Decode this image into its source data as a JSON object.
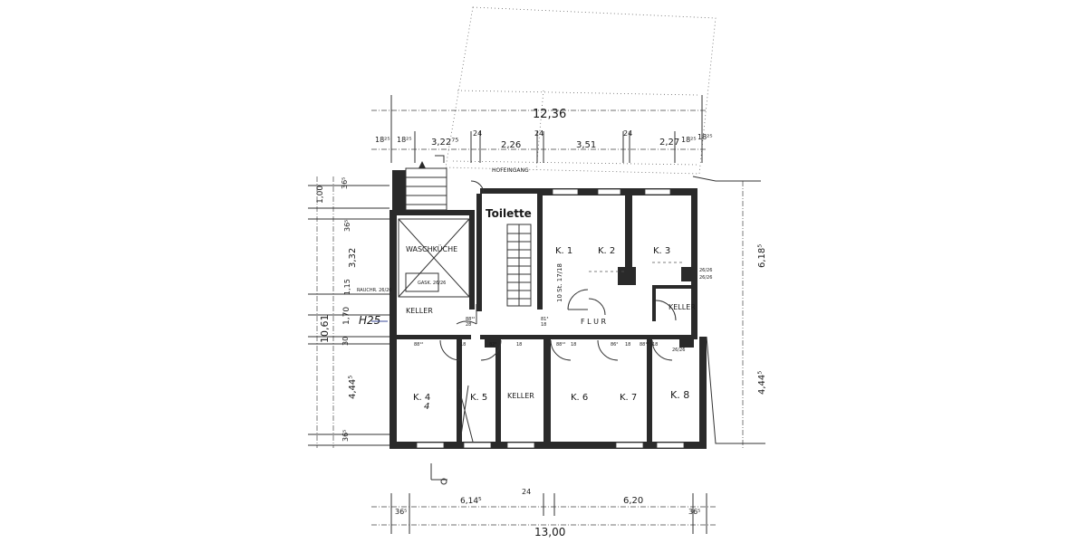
{
  "plan": {
    "top_total": "12,36",
    "top_dims": [
      "18²⁵",
      "18²⁵",
      "3,22⁷⁵",
      "24",
      "2,26",
      "24",
      "3,51",
      "24",
      "2,27",
      "18²⁵",
      "18²⁵"
    ],
    "bottom_total": "13,00",
    "bottom_dims": [
      "36⁵",
      "6,14⁵",
      "24",
      "6,20",
      "36⁵"
    ],
    "left_dims": [
      "36⁵",
      "1,00",
      "36⁵",
      "3,32",
      "1,15",
      "1,70",
      "30",
      "4,44⁵",
      "36⁵"
    ],
    "left_total": "10,61",
    "right_dims": [
      "6,18⁵",
      "4,44⁵"
    ],
    "annotation_pencil": "H25",
    "labels": {
      "hofeingang": "HOFEINGANG",
      "toilette": "Toilette",
      "waschkueche": "WASCHKÜCHE",
      "gaskessel": "GASK. 26/26",
      "rauchrohr": "RAUCHR. 26/26",
      "keller_left": "KELLER",
      "keller_right": "KELLER",
      "keller_bottom": "KELLER",
      "flur": "F L  U R",
      "k1": "K. 1",
      "k2": "K. 2",
      "k3": "K. 3",
      "k4": "K. 4",
      "k4_handwritten": "4",
      "k5": "K. 5",
      "k6": "K. 6",
      "k7": "K. 7",
      "k8": "K. 8",
      "stair_note": "10 St. 17/18",
      "door_notes": [
        "88¹²",
        "28",
        "81³",
        "18",
        "88¹²",
        "18",
        "82²",
        "18",
        "88¹²",
        "18",
        "86²",
        "18",
        "88¹²",
        "18",
        "26/26",
        "26/26",
        "26/26"
      ]
    }
  }
}
